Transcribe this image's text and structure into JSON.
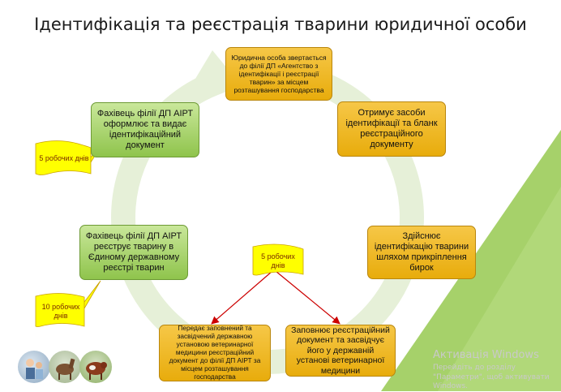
{
  "title": "Ідентифікація та реєстрація тварини юридичної особи",
  "steps": {
    "step1": "Юридична особа звертається до філії ДП «Агентство з ідентифікації і реєстрації тварин» за місцем розташування господарства",
    "step2": "Отримує засоби ідентифікації та бланк реєстраційного документу",
    "step3": "Здійснює ідентифікацію тварини шляхом прикріплення бирок",
    "step4": "Заповнює реєстраційний документ та засвідчує його у державній установі ветеринарної медицини",
    "step5": "Передає заповнений та засвідчений державною установою ветеринарної медицини реєстраційний документ до філії ДП АІРТ за місцем розташування господарства",
    "step6": "Фахівець філії ДП АІРТ реєструє тварину в Єдиному державному реєстрі тварин",
    "step7": "Фахівець філії ДП АІРТ оформлює та видає ідентифікаційний документ"
  },
  "callouts": {
    "top_left": "5 робочих днів",
    "middle": "5 робочих днів",
    "bottom_left": "10 робочих днів"
  },
  "watermark": {
    "line1": "Активація Windows",
    "line2": "Перейдіть до розділу \"Параметри\", щоб активувати Windows."
  },
  "colors": {
    "orange_box": "#f0b92a",
    "green_box": "#a8d46a",
    "cycle_arrow": "#e6f0d8",
    "accent_green": "#8dc63f",
    "callout_fill": "#ffff00",
    "connector_red": "#cc0000"
  },
  "icons": [
    "family-photo",
    "horse-photo",
    "cow-photo"
  ]
}
